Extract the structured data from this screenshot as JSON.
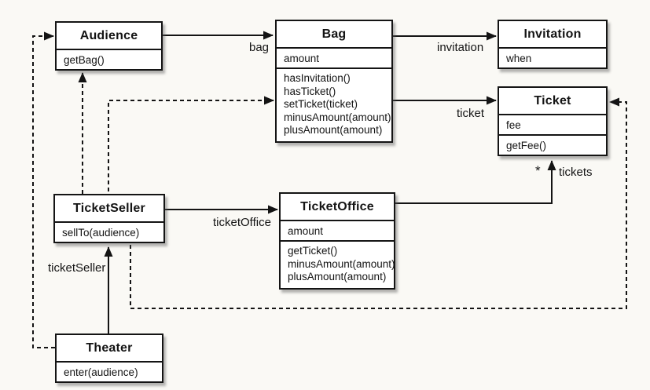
{
  "diagram": {
    "type": "uml-class-diagram",
    "colors": {
      "background": "#faf9f5",
      "box_fill": "#ffffff",
      "line": "#141414"
    },
    "classes": {
      "audience": {
        "name": "Audience",
        "attributes": [],
        "methods": [
          "getBag()"
        ]
      },
      "bag": {
        "name": "Bag",
        "attributes": [
          "amount"
        ],
        "methods": [
          "hasInvitation()",
          "hasTicket()",
          "setTicket(ticket)",
          "minusAmount(amount)",
          "plusAmount(amount)"
        ]
      },
      "invitation": {
        "name": "Invitation",
        "attributes": [
          "when"
        ],
        "methods": []
      },
      "ticket": {
        "name": "Ticket",
        "attributes": [
          "fee"
        ],
        "methods": [
          "getFee()"
        ]
      },
      "ticketSeller": {
        "name": "TicketSeller",
        "attributes": [],
        "methods": [
          "sellTo(audience)"
        ]
      },
      "ticketOffice": {
        "name": "TicketOffice",
        "attributes": [
          "amount"
        ],
        "methods": [
          "getTicket()",
          "minusAmount(amount)",
          "plusAmount(amount)"
        ]
      },
      "theater": {
        "name": "Theater",
        "attributes": [],
        "methods": [
          "enter(audience)"
        ]
      }
    },
    "edges": [
      {
        "from": "Audience",
        "to": "Bag",
        "type": "association-solid",
        "label": "bag"
      },
      {
        "from": "Bag",
        "to": "Invitation",
        "type": "association-solid",
        "label": "invitation"
      },
      {
        "from": "Bag",
        "to": "Ticket",
        "type": "association-solid",
        "label": "ticket"
      },
      {
        "from": "TicketSeller",
        "to": "TicketOffice",
        "type": "association-solid",
        "label": "ticketOffice"
      },
      {
        "from": "TicketOffice",
        "to": "Ticket",
        "type": "association-solid",
        "label": "tickets",
        "multiplicity": "*"
      },
      {
        "from": "Theater",
        "to": "TicketSeller",
        "type": "association-solid",
        "label": "ticketSeller"
      },
      {
        "from": "Theater",
        "to": "Audience",
        "type": "dependency-dashed",
        "label": ""
      },
      {
        "from": "TicketSeller",
        "to": "Audience",
        "type": "dependency-dashed",
        "label": ""
      },
      {
        "from": "TicketSeller",
        "to": "Bag",
        "type": "dependency-dashed",
        "label": ""
      },
      {
        "from": "TicketSeller",
        "to": "Ticket",
        "type": "dependency-dashed",
        "label": ""
      }
    ]
  }
}
